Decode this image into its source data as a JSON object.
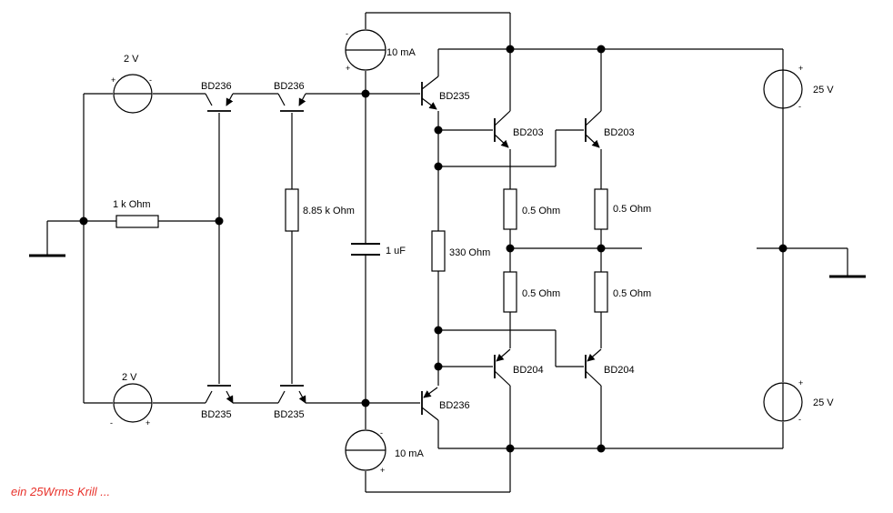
{
  "diagram": {
    "caption": "ein 25Wrms Krill ...",
    "caption_color": "#e8322b",
    "voltage_sources": {
      "bias_top": "2 V",
      "bias_bottom": "2 V",
      "supply_top": "25 V",
      "supply_bottom": "25 V"
    },
    "current_sources": {
      "top": "10 mA",
      "bottom": "10 mA"
    },
    "transistors": {
      "q1": "BD236",
      "q2": "BD236",
      "q3": "BD235",
      "q4": "BD235",
      "driver_top": "BD235",
      "driver_bottom": "BD236",
      "out_top_1": "BD203",
      "out_top_2": "BD203",
      "out_bot_1": "BD204",
      "out_bot_2": "BD204"
    },
    "resistors": {
      "r_input": "1 k Ohm",
      "r_bias": "8.85 k Ohm",
      "r_driver": "330  Ohm",
      "r_emit_tl": "0.5  Ohm",
      "r_emit_tr": "0.5  Ohm",
      "r_emit_bl": "0.5  Ohm",
      "r_emit_br": "0.5  Ohm"
    },
    "capacitor": "1 uF",
    "polarity": {
      "plus": "+",
      "minus": "-"
    }
  }
}
